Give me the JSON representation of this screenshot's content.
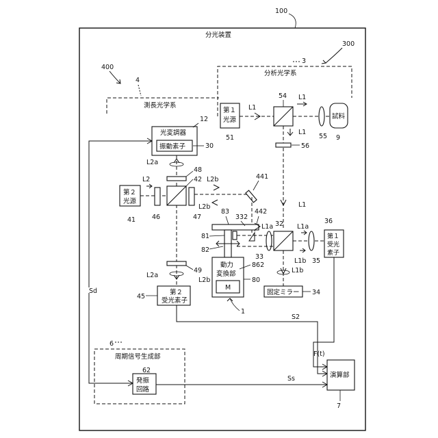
{
  "diagram": {
    "ref_100": "100",
    "ref_300": "300",
    "ref_400": "400",
    "ref_3": "3",
    "ref_4": "4",
    "title": "分光装置",
    "analysis_system": "分析光学系",
    "ranging_system": "測長光学系",
    "light_source_1": [
      "第１",
      "光源"
    ],
    "ref_51": "51",
    "ref_54": "54",
    "ref_55": "55",
    "ref_56": "56",
    "sample": "試料",
    "ref_9": "9",
    "modulator": "光変調器",
    "vibration": "振動素子",
    "ref_12": "12",
    "ref_30": "30",
    "light_source_2": [
      "第２",
      "光源"
    ],
    "ref_41": "41",
    "ref_46": "46",
    "ref_42": "42",
    "ref_47": "47",
    "ref_48": "48",
    "ref_49": "49",
    "ref_441": "441",
    "ref_442": "442",
    "ref_83": "83",
    "ref_332": "332",
    "ref_81": "81",
    "ref_82": "82",
    "ref_33": "33",
    "power_convert": [
      "動力",
      "変換部"
    ],
    "ref_862": "862",
    "motor": "M",
    "ref_80": "80",
    "ref_1": "1",
    "ref_32": "32",
    "ref_35": "35",
    "ref_36": "36",
    "detector_1": [
      "第１",
      "受光",
      "素子"
    ],
    "fixed_mirror": "固定ミラー",
    "ref_34": "34",
    "detector_2": [
      "第２",
      "受光素子"
    ],
    "ref_45": "45",
    "sig_sd": "Sd",
    "sig_s2": "S2",
    "sig_ft": "F(t)",
    "sig_ss": "Ss",
    "compute": "演算部",
    "ref_7": "7",
    "periodic": "周期信号生成部",
    "ref_6": "6",
    "oscillator": [
      "発振",
      "回路"
    ],
    "ref_62": "62",
    "beams": {
      "L1": "L1",
      "L1a": "L1a",
      "L1b": "L1b",
      "L2": "L2",
      "L2a": "L2a",
      "L2b": "L2b"
    }
  }
}
